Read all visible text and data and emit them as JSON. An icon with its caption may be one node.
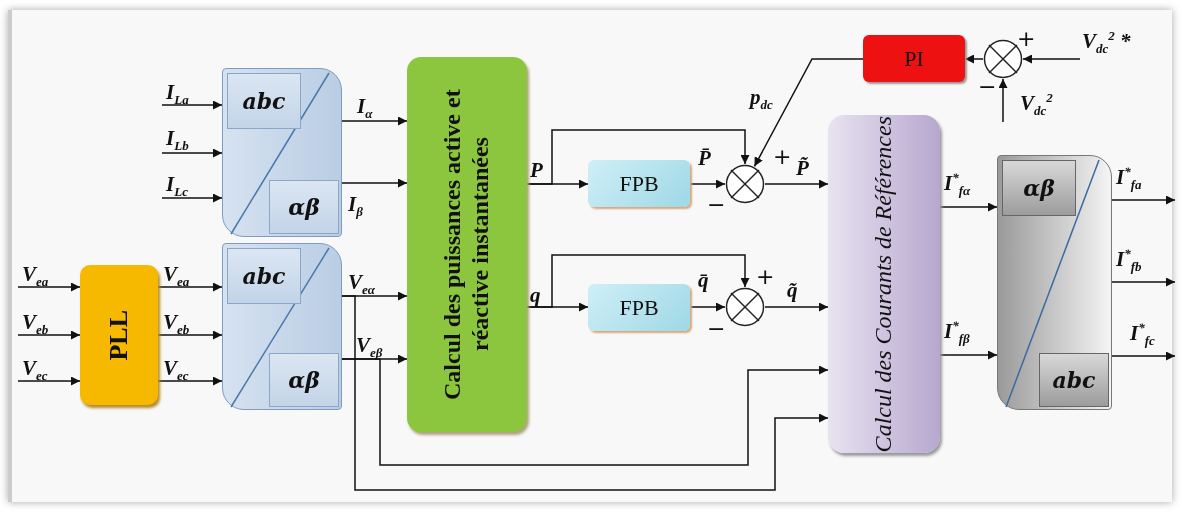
{
  "diagram": {
    "nodes": [
      {
        "text": [
          "abc",
          "αβ"
        ]
      },
      {
        "text": [
          "abc",
          "αβ"
        ]
      },
      {
        "text": [
          "PLL"
        ]
      },
      {
        "text": [
          "Calcul des puissances active et réactive instantanées"
        ]
      },
      {
        "text": [
          "FPB"
        ]
      },
      {
        "text": [
          "FPB"
        ]
      },
      {
        "text": [],
        "shape": "circle"
      },
      {
        "text": [],
        "shape": "circle"
      },
      {
        "text": [
          "PI"
        ]
      },
      {
        "text": [],
        "shape": "circle"
      },
      {
        "text": [
          "Calcul des Courants de Références"
        ]
      },
      {
        "text": [
          "αβ",
          "abc"
        ]
      }
    ],
    "edges": [
      {
        "from": null,
        "to": 0,
        "arrow": "to",
        "label": "I$_{La}$"
      },
      {
        "from": null,
        "to": 0,
        "arrow": "to",
        "label": "I$_{Lb}$"
      },
      {
        "from": null,
        "to": 0,
        "arrow": "to",
        "label": "I$_{Lc}$"
      },
      {
        "from": null,
        "to": 2,
        "arrow": "to",
        "label": "V$_{ea}$"
      },
      {
        "from": null,
        "to": 2,
        "arrow": "to",
        "label": "V$_{eb}$"
      },
      {
        "from": null,
        "to": 2,
        "arrow": "to",
        "label": "V$_{ec}$"
      },
      {
        "from": 2,
        "to": 1,
        "arrow": "to",
        "label": "V$_{ea}$"
      },
      {
        "from": 2,
        "to": 1,
        "arrow": "to",
        "label": "V$_{eb}$"
      },
      {
        "from": 2,
        "to": 1,
        "arrow": "to",
        "label": "V$_{ec}$"
      },
      {
        "from": 0,
        "to": 3,
        "arrow": "to",
        "label": "I$_{α}$"
      },
      {
        "from": 0,
        "to": 3,
        "arrow": "to",
        "label": "I$_{β}$"
      },
      {
        "from": 1,
        "to": 3,
        "arrow": "to",
        "label": "V$_{eα}$"
      },
      {
        "from": 1,
        "to": 3,
        "arrow": "to",
        "label": "V$_{eβ}$"
      },
      {
        "from": 1,
        "to": 10,
        "arrow": "to"
      },
      {
        "from": 1,
        "to": 10,
        "arrow": "to"
      },
      {
        "from": 3,
        "to": 4,
        "arrow": "to",
        "label": "P"
      },
      {
        "from": 3,
        "to": 6,
        "arrow": "to"
      },
      {
        "from": 4,
        "to": 6,
        "arrow": "to",
        "label": "P̄"
      },
      {
        "from": 8,
        "to": 6,
        "arrow": "to",
        "label": "p$_{dc}$"
      },
      {
        "from": 6,
        "to": 10,
        "arrow": "to",
        "label": "P̃"
      },
      {
        "from": 3,
        "to": 5,
        "arrow": "to",
        "label": "q"
      },
      {
        "from": 3,
        "to": 7,
        "arrow": "to"
      },
      {
        "from": 5,
        "to": 7,
        "arrow": "to",
        "label": "q̄"
      },
      {
        "from": 7,
        "to": 10,
        "arrow": "to",
        "label": "q̃"
      },
      {
        "from": null,
        "to": 9,
        "arrow": "to",
        "label": "V$_{dc}$$^{2}$ *"
      },
      {
        "from": null,
        "to": 9,
        "arrow": "to",
        "label": "V$_{dc}$$^{2}$"
      },
      {
        "from": 9,
        "to": 8,
        "arrow": "to"
      },
      {
        "from": 10,
        "to": 11,
        "arrow": "to",
        "label": "I$^{*}$$_{fα}$"
      },
      {
        "from": 10,
        "to": 11,
        "arrow": "to",
        "label": "I$^{*}$$_{fβ}$"
      },
      {
        "from": 11,
        "to": null,
        "arrow": "to",
        "label": "I$^{*}$$_{fa}$"
      },
      {
        "from": 11,
        "to": null,
        "arrow": "to",
        "label": "I$^{*}$$_{fb}$"
      },
      {
        "from": 11,
        "to": null,
        "arrow": "to",
        "label": "I$^{*}$$_{fc}$"
      }
    ],
    "labels": [
      "+",
      "−",
      "+",
      "−",
      "+",
      "−"
    ]
  }
}
